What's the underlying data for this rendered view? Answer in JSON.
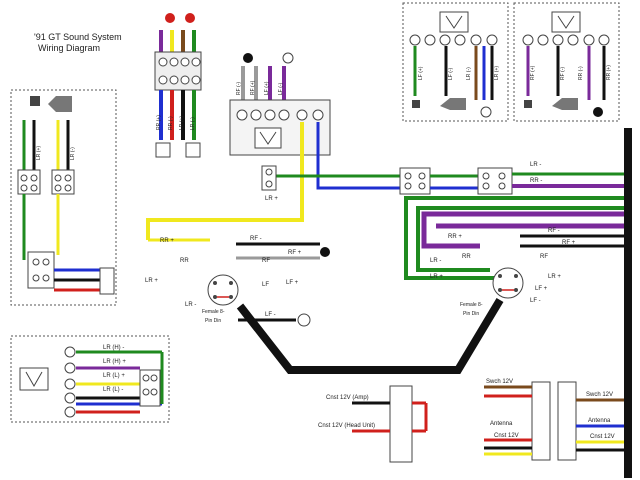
{
  "diagram": {
    "title_line1": "'91 GT Sound System",
    "title_line2": "Wiring Diagram",
    "colors": {
      "green": "#1f8a1f",
      "blue": "#1f2fd0",
      "yellow": "#f0e81e",
      "purple": "#7a2a9a",
      "brown": "#7a4a1c",
      "red": "#d0201c",
      "orange": "#e07a18",
      "black": "#111111",
      "gray": "#9a9a9a"
    },
    "top_connector": {
      "labels": [
        "RF (-)",
        "RF (+)",
        "LF (+)",
        "LF (-)"
      ]
    },
    "harness_connector": {
      "labels": [
        "RR (+)",
        "RR (-)",
        "LR (+)",
        "LR (-)"
      ]
    },
    "left_speaker": {
      "labels": [
        "LR (+)",
        "LR (-)"
      ]
    },
    "top_right_box1": {
      "labels": [
        "LF (+)",
        "LF (-)",
        "LR (-)",
        "LR (+)"
      ]
    },
    "top_right_box2": {
      "labels": [
        "RF (+)",
        "RF (-)",
        "RR (-)",
        "RR (+)"
      ]
    },
    "wire_labels": {
      "lr_minus_center": "LR -",
      "lr_plus_center": "LR +",
      "rr_minus_right": "RR -",
      "rf_plus_right": "RF +",
      "rr_plus_left": "RR +",
      "rf_minus_left": "RF -",
      "rf_plus_left": "RF +",
      "rr_left": "RR",
      "lr_plus_left": "LR +",
      "lr_minus_left": "LR -",
      "rf_left": "RF",
      "lf_left": "LF",
      "lf_plus_left": "LF +",
      "lf_minus_left": "LF -",
      "rr_plus_right": "RR +",
      "rf_minus_right": "RF -",
      "rf_plus_right2": "RF +",
      "lr_minus_right": "LR -",
      "lr_plus_right": "LR +",
      "rr_right": "RR",
      "rf_right": "RF",
      "lr_plus_right2": "LR +",
      "lf_minus_right": "LF -",
      "lf_plus_right": "LF +"
    },
    "din_left_label_1": "Female 8-",
    "din_left_label_2": "Pin Din",
    "din_right_label_1": "Female 8-",
    "din_right_label_2": "Pin Din",
    "head_unit_box": {
      "labels": [
        "LR (H) -",
        "LR (H) +",
        "LR (L) +",
        "LR (L) -"
      ]
    },
    "bottom_center": {
      "cnst_amp": "Cnst 12V (Amp)",
      "cnst_head": "Cnst 12V (Head Unit)"
    },
    "bottom_right": {
      "swch_left": "Swch 12V",
      "antenna_left": "Antenna",
      "cnst_left": "Cnst 12V",
      "swch_right": "Swch 12V",
      "antenna_right": "Antenna",
      "cnst_right": "Cnst 12V"
    }
  }
}
